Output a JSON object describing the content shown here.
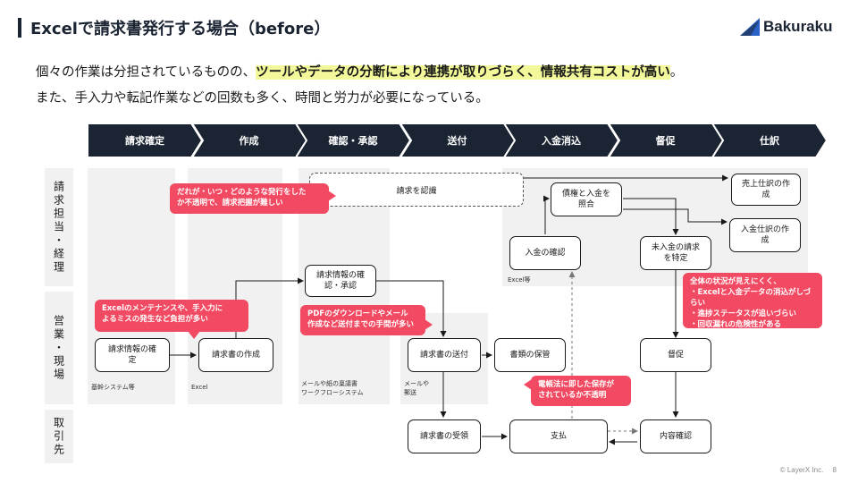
{
  "header": {
    "title": "Excelで請求書発行する場合（before）",
    "logo_text": "Bakuraku"
  },
  "intro": {
    "line1_prefix": "個々の作業は分担されているものの、",
    "line1_highlight": "ツールやデータの分断により連携が取りづらく、情報共有コストが高い",
    "line1_suffix": "。",
    "line2": "また、手入力や転記作業などの回数も多く、時間と労力が必要になっている。"
  },
  "phases": [
    "請求確定",
    "作成",
    "確認・承認",
    "送付",
    "入金消込",
    "督促",
    "仕訳"
  ],
  "lanes": {
    "accounting": "請求担当・経理",
    "sales": "営業・現場",
    "customer": "取引先"
  },
  "boxes": {
    "recognize_invoice": "請求を認識",
    "sales_journal": "売上仕訳の作成",
    "match_claims": "債権と入金を照合",
    "payment_journal": "入金仕訳の作成",
    "confirm_payment": "入金の確認",
    "identify_unpaid": "未入金の請求を特定",
    "review_approve": "請求情報の確認・承認",
    "confirm_info": "請求情報の確定",
    "create_invoice": "請求書の作成",
    "send_invoice": "請求書の送付",
    "store_documents": "書類の保管",
    "dunning": "督促",
    "receive_invoice": "請求書の受領",
    "payment": "支払",
    "content_check": "内容確認"
  },
  "notes": {
    "core_system": "基幹システム等",
    "excel": "Excel",
    "workflow_1": "メールや紙の稟議書",
    "workflow_2": "ワークフローシステム",
    "mail_1": "メールや",
    "mail_2": "郵送",
    "excel_etc": "Excel等"
  },
  "callouts": {
    "unclear_issuance_1": "だれが・いつ・どのような発行をした",
    "unclear_issuance_2": "か不透明で、請求把握が難しい",
    "excel_maintenance_1": "Excelのメンテナンスや、手入力に",
    "excel_maintenance_2": "よるミスの発生など負担が多い",
    "pdf_download_1": "PDFのダウンロードやメール",
    "pdf_download_2": "作成など送付までの手間が多い",
    "ebook_law_1": "電帳法に即した保存が",
    "ebook_law_2": "されているか不透明",
    "overall_1": "全体の状況が見えにくく、",
    "overall_2": "・Excelと入金データの消込がしづらい",
    "overall_3": "・進捗ステータスが追いづらい",
    "overall_4": "・回収漏れの危険性がある"
  },
  "footer": {
    "copyright": "© LayerX Inc.",
    "page": "8"
  },
  "colors": {
    "navy": "#1b2432",
    "callout": "#f14a62",
    "highlight": "#f3f99a",
    "lane_gray": "#f1f1f1"
  }
}
